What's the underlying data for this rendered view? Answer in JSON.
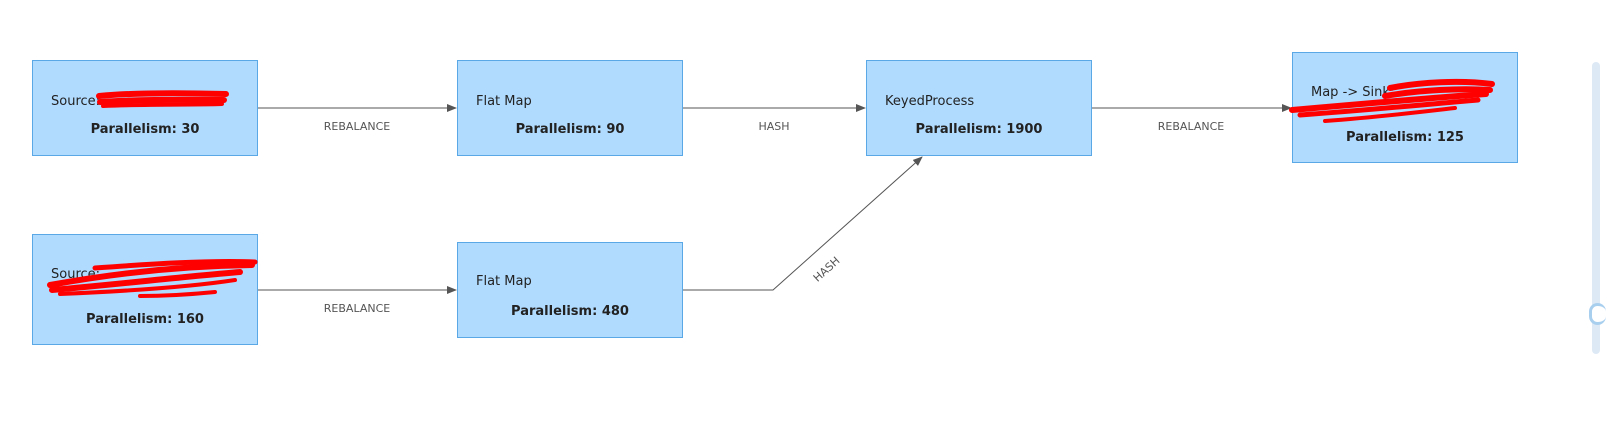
{
  "nodes": [
    {
      "id": "source1",
      "title": "Source:",
      "parallelism": "Parallelism: 30"
    },
    {
      "id": "flatmap1",
      "title": "Flat Map",
      "parallelism": "Parallelism: 90"
    },
    {
      "id": "keyed",
      "title": "KeyedProcess",
      "parallelism": "Parallelism: 1900"
    },
    {
      "id": "sink",
      "title": "Map -> Sink:",
      "parallelism": "Parallelism: 125"
    },
    {
      "id": "source2",
      "title": "Source:",
      "parallelism": "Parallelism: 160"
    },
    {
      "id": "flatmap2",
      "title": "Flat Map",
      "parallelism": "Parallelism: 480"
    }
  ],
  "edges": [
    {
      "from": "source1",
      "to": "flatmap1",
      "label": "REBALANCE"
    },
    {
      "from": "flatmap1",
      "to": "keyed",
      "label": "HASH"
    },
    {
      "from": "keyed",
      "to": "sink",
      "label": "REBALANCE"
    },
    {
      "from": "source2",
      "to": "flatmap2",
      "label": "REBALANCE"
    },
    {
      "from": "flatmap2",
      "to": "keyed",
      "label": "HASH"
    }
  ],
  "colors": {
    "node_fill": "#b0dbff",
    "node_border": "#5aa9e6",
    "edge": "#555555",
    "redaction": "#ff0000"
  }
}
